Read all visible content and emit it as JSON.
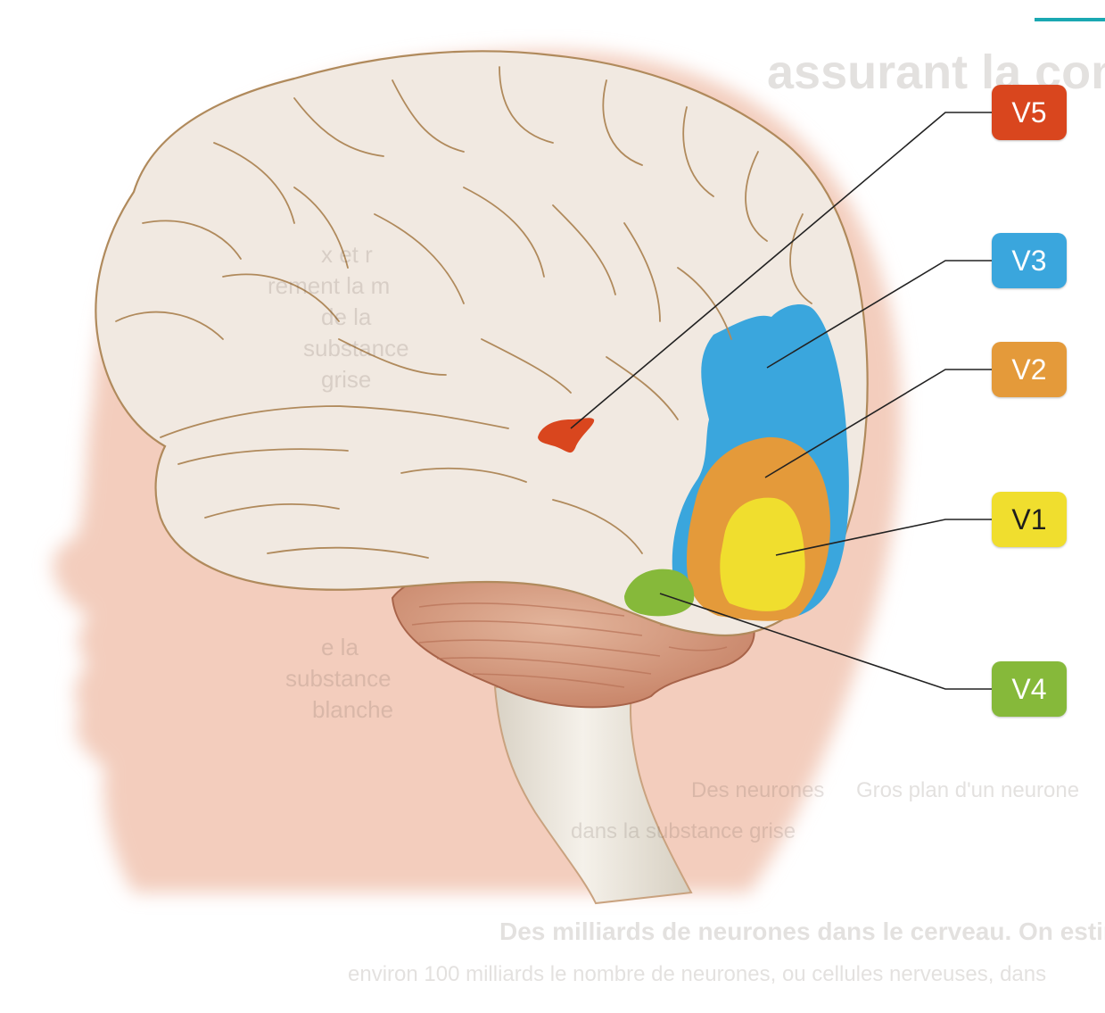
{
  "labels": {
    "v5": "V5",
    "v3": "V3",
    "v2": "V2",
    "v1": "V1",
    "v4": "V4"
  },
  "colors": {
    "v5": "#d9461e",
    "v3": "#3aa6dd",
    "v2": "#e49a3a",
    "v1": "#f0de2e",
    "v4": "#86b93a",
    "head": "#f3cdbd",
    "brain": "#f1e9e1",
    "cerebellum": "#d7a186",
    "brainstem": "#ece7de",
    "accent": "#1aa8b2"
  },
  "icons": {
    "head": "head-silhouette-icon",
    "brain": "brain-icon"
  },
  "bleed_through": {
    "title": "assurant la com",
    "col_lines": [
      "x et r",
      "rement la m",
      "de la",
      "substance",
      "grise",
      "e la",
      "substance",
      "blanche"
    ],
    "caption_left": "Des neurones",
    "caption_left_2": "dans la substance grise",
    "caption_right": "Gros plan d'un neurone",
    "para_1": "Des milliards de neurones dans le cerveau. On estime à",
    "para_2": "environ 100 milliards le nombre de neurones, ou cellules nerveuses, dans"
  }
}
